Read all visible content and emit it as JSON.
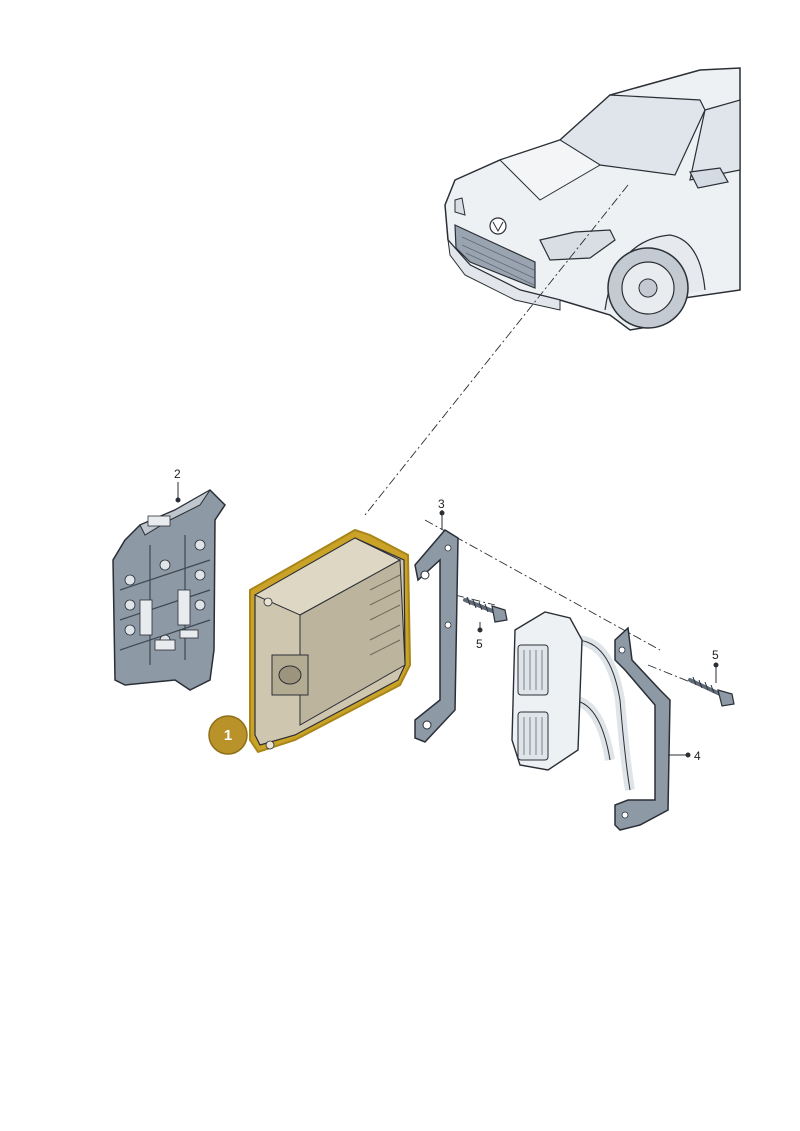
{
  "callouts": {
    "c1": "1",
    "c2": "2",
    "c3": "3",
    "c4": "4",
    "c5a": "5",
    "c5b": "5"
  },
  "colors": {
    "highlight": "#c9a227",
    "badge": "#b9922a",
    "part_gray": "#8e99a6",
    "part_gray_dark": "#5f6a76",
    "ecu_body": "#cfc6b0",
    "line": "#2a2f36"
  },
  "icons": {
    "car": "vehicle-front-view",
    "ecu": "control-unit",
    "bracket": "mounting-bracket",
    "screw": "screw",
    "connector": "multi-pin-connector"
  }
}
